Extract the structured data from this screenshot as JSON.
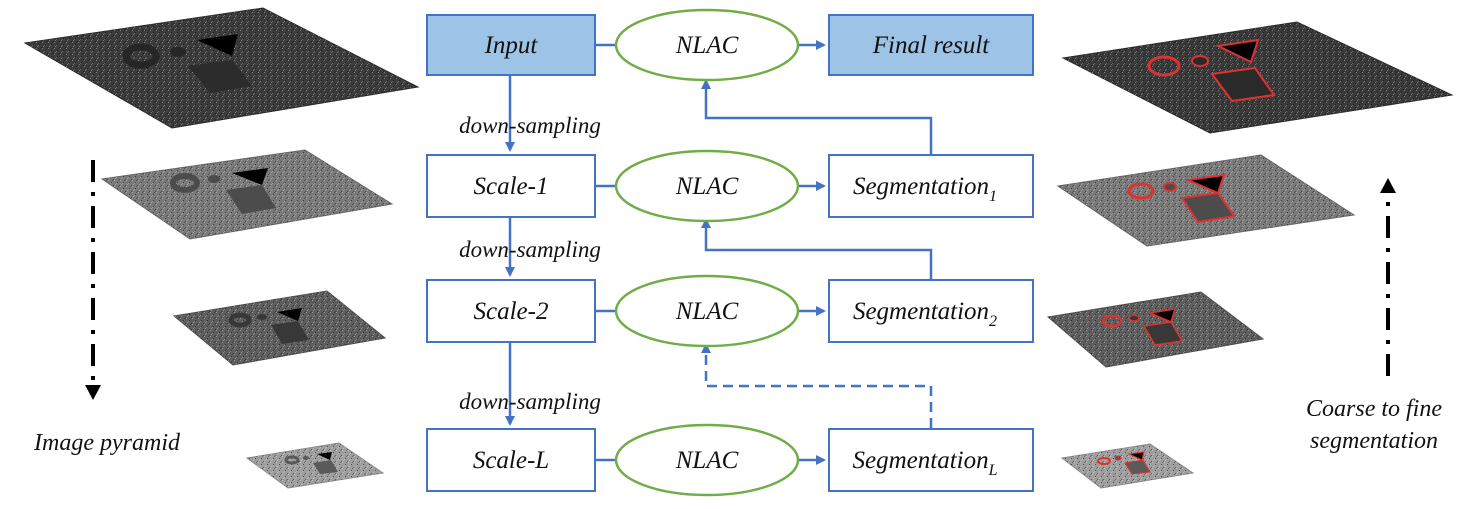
{
  "colors": {
    "arrow": "#4472c4",
    "box_border": "#4472c4",
    "box_fill_highlight": "#9dc3e6",
    "box_fill": "#ffffff",
    "ellipse_border": "#70ad47",
    "contour": "#e03030"
  },
  "nodes": {
    "input": "Input",
    "final": "Final result",
    "scale_1": "Scale-1",
    "scale_2": "Scale-2",
    "scale_l": "Scale-L",
    "nlac": "NLAC",
    "segmentation": "Segmentation",
    "sub_1": "1",
    "sub_2": "2",
    "sub_l": "L"
  },
  "edges": {
    "down_sampling": "down-sampling"
  },
  "side_labels": {
    "pyramid": "Image pyramid",
    "coarse_line1": "Coarse to fine",
    "coarse_line2": "segmentation"
  }
}
